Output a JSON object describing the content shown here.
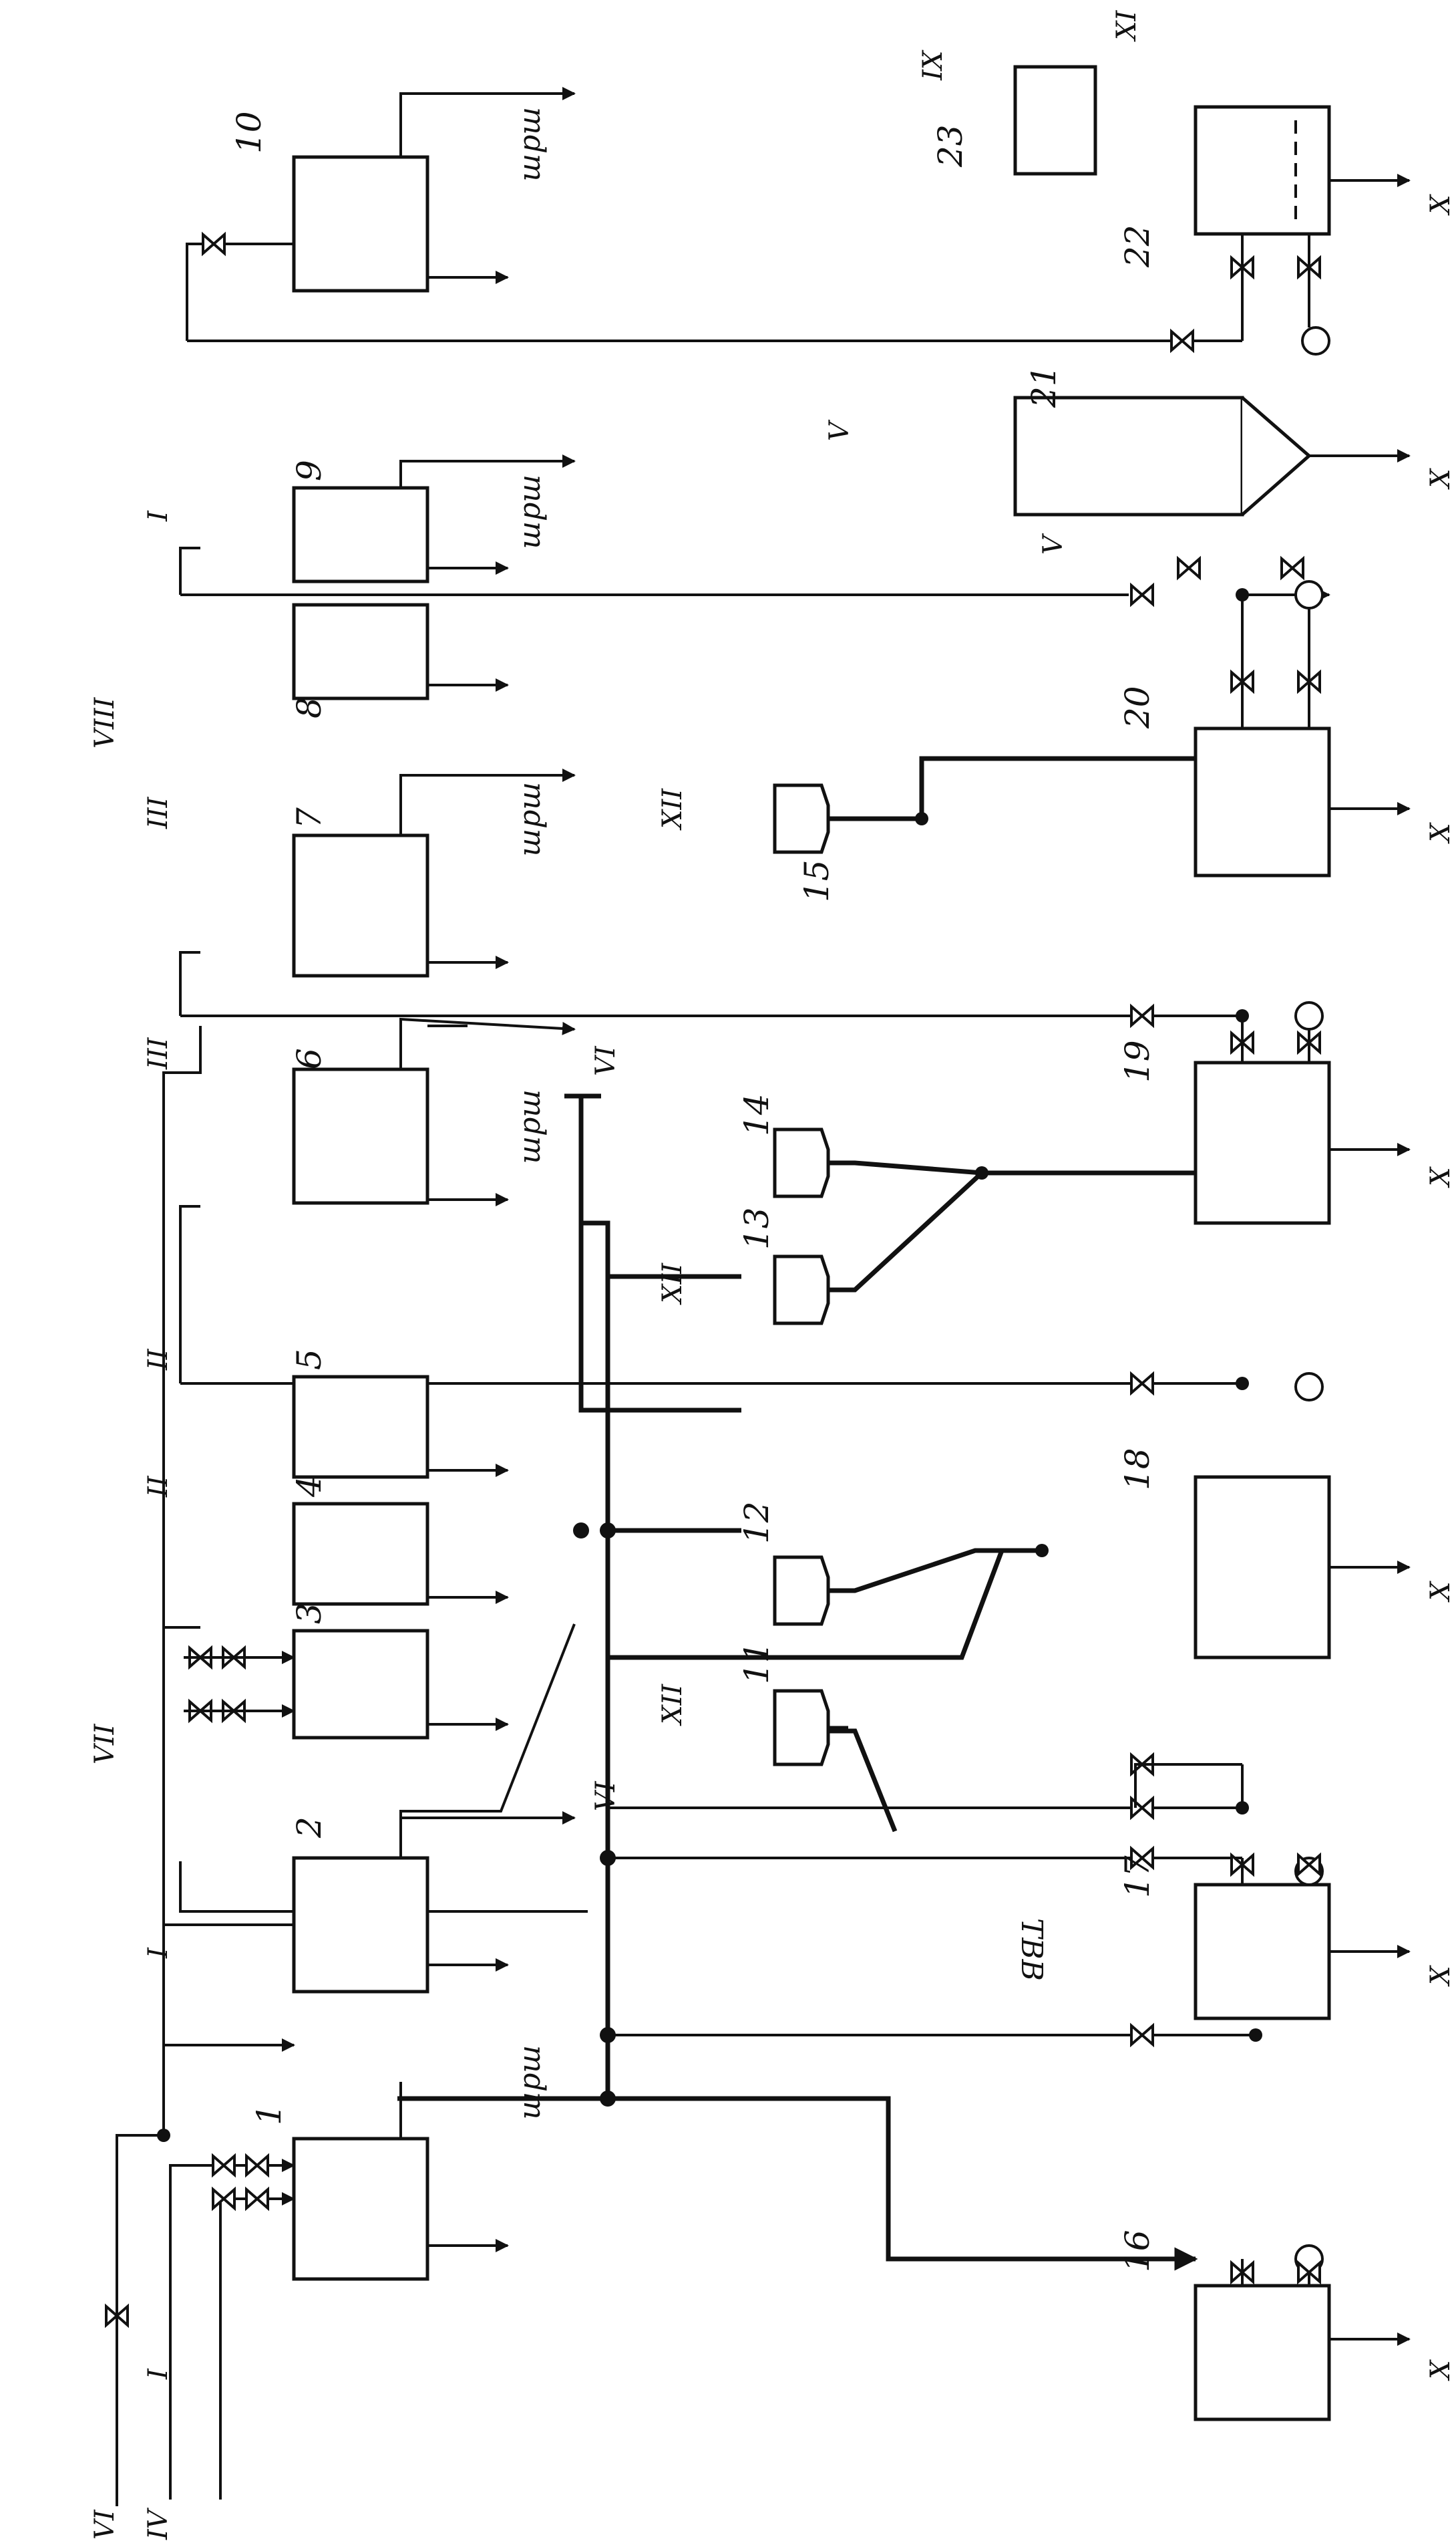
{
  "diagram": {
    "units": {
      "u1": "1",
      "u2": "2",
      "u3": "3",
      "u4": "4",
      "u5": "5",
      "u6": "6",
      "u7": "7",
      "u8": "8",
      "u9": "9",
      "u10": "10",
      "u11": "11",
      "u12": "12",
      "u13": "13",
      "u14": "14",
      "u15": "15",
      "u16": "16",
      "u17": "17",
      "u18": "18",
      "u19": "19",
      "u20": "20",
      "u21": "21",
      "u22": "22",
      "u23": "23"
    },
    "streams": {
      "s1": "I",
      "s2": "II",
      "s3": "III",
      "s4": "IV",
      "s5": "V",
      "s6": "VI",
      "s7": "VII",
      "s8": "VIII",
      "s9": "IX",
      "s10": "X",
      "s11": "XI",
      "s12": "XII"
    },
    "outputs": {
      "mdm": "mdm",
      "tvv": "TBB"
    }
  }
}
